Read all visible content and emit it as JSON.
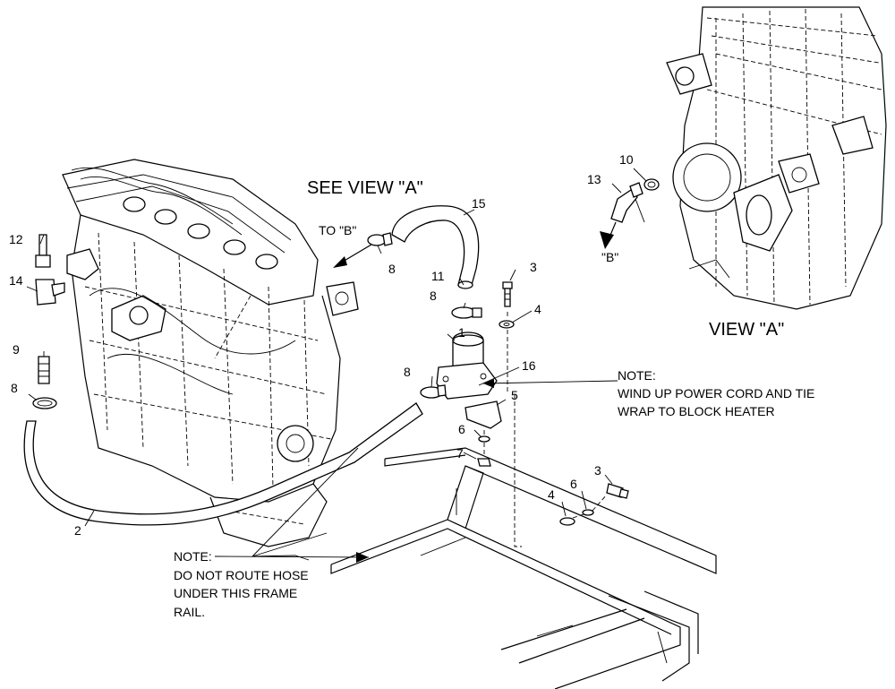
{
  "headings": {
    "see_view": "SEE VIEW \"A\"",
    "view": "VIEW \"A\"",
    "to_b": "TO \"B\"",
    "b": "\"B\""
  },
  "callouts": {
    "c1": "1",
    "c2": "2",
    "c3a": "3",
    "c3b": "3",
    "c4a": "4",
    "c4b": "4",
    "c5": "5",
    "c6a": "6",
    "c6b": "6",
    "c7": "7",
    "c8a": "8",
    "c8b": "8",
    "c8c": "8",
    "c8d": "8",
    "c9": "9",
    "c10": "10",
    "c11": "11",
    "c12": "12",
    "c13": "13",
    "c14": "14",
    "c15": "15",
    "c16": "16"
  },
  "notes": {
    "note1": {
      "title": "NOTE:",
      "line1": "WIND UP POWER CORD AND TIE",
      "line2": "WRAP TO BLOCK HEATER"
    },
    "note2": {
      "title": "NOTE:",
      "line1": "DO NOT ROUTE HOSE",
      "line2": "UNDER THIS FRAME",
      "line3": "RAIL."
    }
  }
}
